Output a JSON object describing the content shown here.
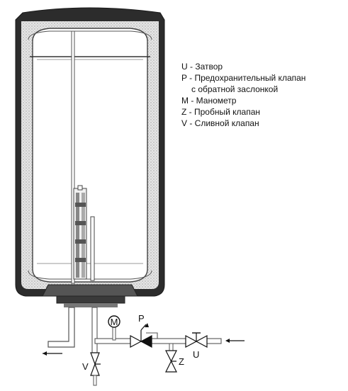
{
  "legend": {
    "items": [
      "U - Затвор",
      "P - Предохранительный клапан",
      "с обратной заслонкой",
      "M - Манометр",
      "Z  - Пробный клапан",
      "V - Сливной клапан"
    ]
  },
  "labels": {
    "gauge": "M",
    "safety_valve": "P",
    "shutoff_valve": "U",
    "test_valve": "Z",
    "drain_valve": "V"
  },
  "colors": {
    "body": "#2c2c2c",
    "insulation": "#d9d9d9",
    "tank_line": "#444444",
    "pipe": "#555555",
    "valve_fill": "#ffffff",
    "valve_dark": "#111111"
  }
}
